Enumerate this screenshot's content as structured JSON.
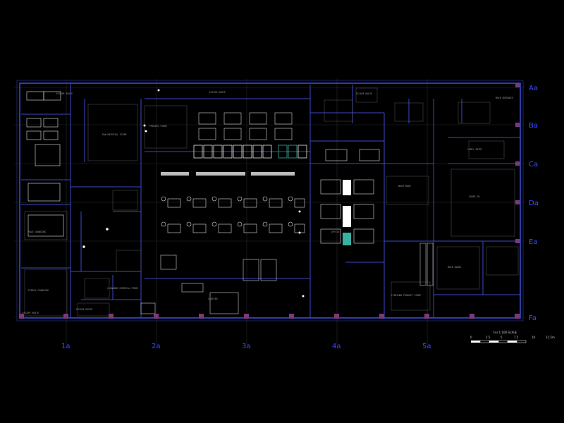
{
  "grid": {
    "columns": [
      "1a",
      "2a",
      "3a",
      "4a",
      "5a"
    ],
    "rows": [
      "Aa",
      "Ba",
      "Ca",
      "Da",
      "Ea",
      "Fa"
    ]
  },
  "scale_bar": {
    "title": "For 1:100 SCALE",
    "ticks": [
      "0",
      "2.5",
      "5",
      "7.5",
      "10",
      "12.5m"
    ]
  },
  "room_labels": [
    "ESCAPE ROUTE",
    "MAIN ENTRANCE",
    "RAW MATERIAL STORE",
    "PROCESS STORE",
    "ESCAPE ROUTE",
    "ESCAPE ROUTE",
    "LABEL ENTRY",
    "GOODS IN",
    "FEMALE CHANGING",
    "MALE CHANGING",
    "CLEANING CHEMICAL STORE",
    "MAIN GOODS",
    "FINISHED PRODUCT STORE",
    "ESCAPE ROUTE",
    "ESCAPE ROUTE",
    "CANTEEN",
    "OFFICE",
    "WASH ROOM"
  ],
  "colors": {
    "background": "#000000",
    "grid": "#3a4cff",
    "wall": "#3c48c8",
    "furniture": "#d8d8d8",
    "column_marker": "#7a3a7a",
    "accent": "#3ab0a0"
  }
}
